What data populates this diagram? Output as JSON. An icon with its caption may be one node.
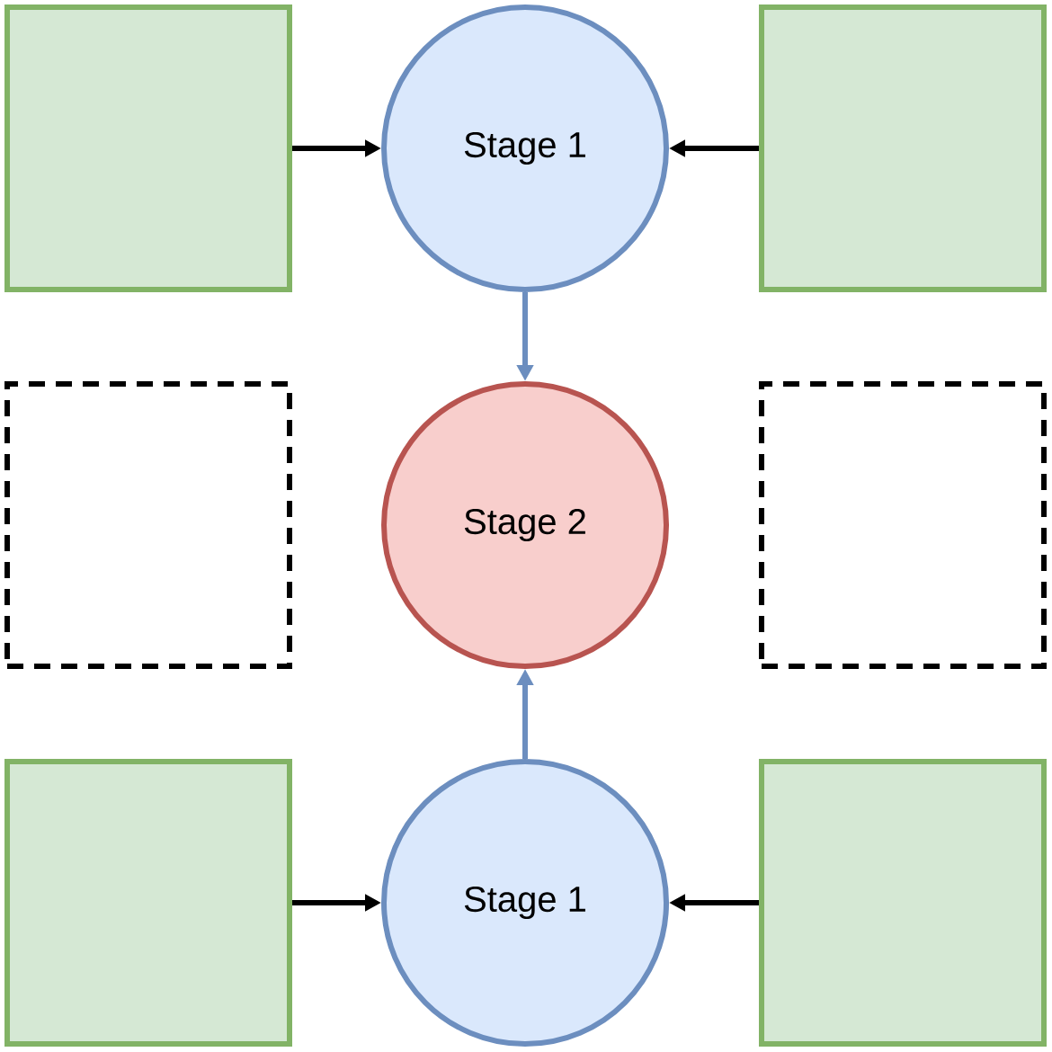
{
  "diagram": {
    "nodes": [
      {
        "text": [],
        "shape": "box"
      },
      {
        "text": [
          "Stage 1"
        ]
      },
      {
        "text": [],
        "shape": "box"
      },
      {
        "text": [],
        "shape": "box"
      },
      {
        "text": [
          "Stage 2"
        ]
      },
      {
        "text": [],
        "shape": "box"
      },
      {
        "text": [],
        "shape": "box"
      },
      {
        "text": [
          "Stage 1"
        ]
      },
      {
        "text": [],
        "shape": "box"
      }
    ],
    "edges": [
      {
        "from": 0,
        "to": 1,
        "arrow": "to"
      },
      {
        "from": 2,
        "to": 1,
        "arrow": "to"
      },
      {
        "from": 1,
        "to": 4,
        "arrow": "to",
        "color": "#6c8ebf"
      },
      {
        "from": 7,
        "to": 4,
        "arrow": "to",
        "color": "#6c8ebf"
      },
      {
        "from": 6,
        "to": 7,
        "arrow": "to"
      },
      {
        "from": 8,
        "to": 7,
        "arrow": "to"
      }
    ]
  }
}
